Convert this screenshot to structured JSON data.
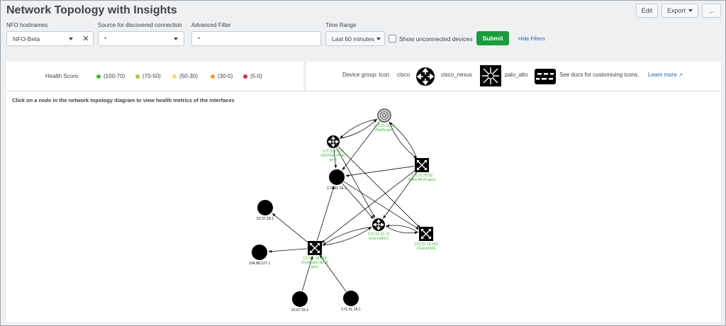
{
  "header": {
    "title": "Network Topology with Insights",
    "edit_label": "Edit",
    "export_label": "Export",
    "more_label": "..."
  },
  "filters": {
    "nfo_label": "NFO hostnames",
    "nfo_value": "NFO-Beta",
    "clear_symbol": "✕",
    "source_label": "Source for discovered connection",
    "source_value": "*",
    "advanced_label": "Advanced Filter",
    "advanced_value": "*",
    "time_label": "Time Range",
    "time_value": "Last 60 minutes",
    "show_unconnected_label": "Show unconnected devices",
    "submit_label": "Submit",
    "hide_filters_label": "Hide Filters"
  },
  "health": {
    "label": "Health Score:",
    "levels": [
      {
        "range": "(100-70)",
        "color": "#3cba37"
      },
      {
        "range": "(70-50)",
        "color": "#a4c943"
      },
      {
        "range": "(50-30)",
        "color": "#f3dc6b"
      },
      {
        "range": "(30-5)",
        "color": "#f29b35"
      },
      {
        "range": "(5-0)",
        "color": "#d7323a"
      }
    ]
  },
  "device_group": {
    "label": "Device group: icon",
    "items": [
      {
        "name": "cisco",
        "icon": "router-icon"
      },
      {
        "name": "cisco_nexus",
        "icon": "nexus-switch-icon"
      },
      {
        "name": "palo_alto",
        "icon": "firewall-icon"
      }
    ],
    "docs_text": "See docs for customising icons.",
    "learn_more": "Learn more",
    "learn_more_icon": "external-link-icon"
  },
  "topology": {
    "instruction": "Click on a node in the network topology diagram to view health metrics of the interfaces",
    "label_color": "#3cba37",
    "nodes": [
      {
        "id": "ns",
        "type": "netscaler",
        "icon": "netscaler-icon",
        "lines": [
          "172.31.21.22",
          "(NetScaler)"
        ],
        "label_color": "green"
      },
      {
        "id": "srx",
        "type": "router",
        "icon": "router-icon",
        "lines": [
          "172.31.24.19",
          "(SRX300-PFIX-",
          "gen)"
        ],
        "label_color": "green"
      },
      {
        "id": "pan",
        "type": "switch",
        "icon": "switch-icon",
        "lines": [
          "172.31.25.82",
          "(PAN-NFv9-gen)"
        ],
        "label_color": "green"
      },
      {
        "id": "n16",
        "type": "circle",
        "icon": "host-icon",
        "lines": [
          "172.31.16.1"
        ],
        "label_color": "black"
      },
      {
        "id": "c2801",
        "type": "router",
        "icon": "router-icon",
        "lines": [
          "172.31.31.73",
          "(Cisco2801)"
        ],
        "label_color": "green"
      },
      {
        "id": "asa",
        "type": "switch",
        "icon": "switch-icon",
        "lines": [
          "172.31.19.163",
          "(CiscoASA)"
        ],
        "label_color": "green"
      },
      {
        "id": "fg",
        "type": "switch",
        "icon": "switch-icon",
        "lines": [
          "172.31.16.148",
          "(FortiGate-NFv5",
          "gen)"
        ],
        "label_color": "green"
      },
      {
        "id": "n23a",
        "type": "circle",
        "icon": "host-icon",
        "lines": [
          "23.37.18.1"
        ],
        "label_color": "black"
      },
      {
        "id": "n104",
        "type": "circle",
        "icon": "host-icon",
        "lines": [
          "104.88.127.1"
        ],
        "label_color": "black"
      },
      {
        "id": "n23b",
        "type": "circle",
        "icon": "host-icon",
        "lines": [
          "23.67.33.1"
        ],
        "label_color": "black"
      },
      {
        "id": "n172",
        "type": "circle",
        "icon": "host-icon",
        "lines": [
          "172.31.18.1"
        ],
        "label_color": "black"
      }
    ],
    "edges": [
      [
        "ns",
        "srx"
      ],
      [
        "srx",
        "ns"
      ],
      [
        "ns",
        "pan"
      ],
      [
        "pan",
        "ns"
      ],
      [
        "ns",
        "n16"
      ],
      [
        "pan",
        "n16"
      ],
      [
        "pan",
        "c2801"
      ],
      [
        "pan",
        "fg"
      ],
      [
        "srx",
        "c2801"
      ],
      [
        "n16",
        "c2801"
      ],
      [
        "n16",
        "asa"
      ],
      [
        "srx",
        "asa"
      ],
      [
        "c2801",
        "asa"
      ],
      [
        "asa",
        "c2801"
      ],
      [
        "c2801",
        "fg"
      ],
      [
        "fg",
        "c2801"
      ],
      [
        "fg",
        "n16"
      ],
      [
        "fg",
        "n23a"
      ],
      [
        "fg",
        "n104"
      ],
      [
        "n23b",
        "fg"
      ],
      [
        "n172",
        "fg"
      ],
      [
        "srx",
        "n16"
      ]
    ]
  }
}
